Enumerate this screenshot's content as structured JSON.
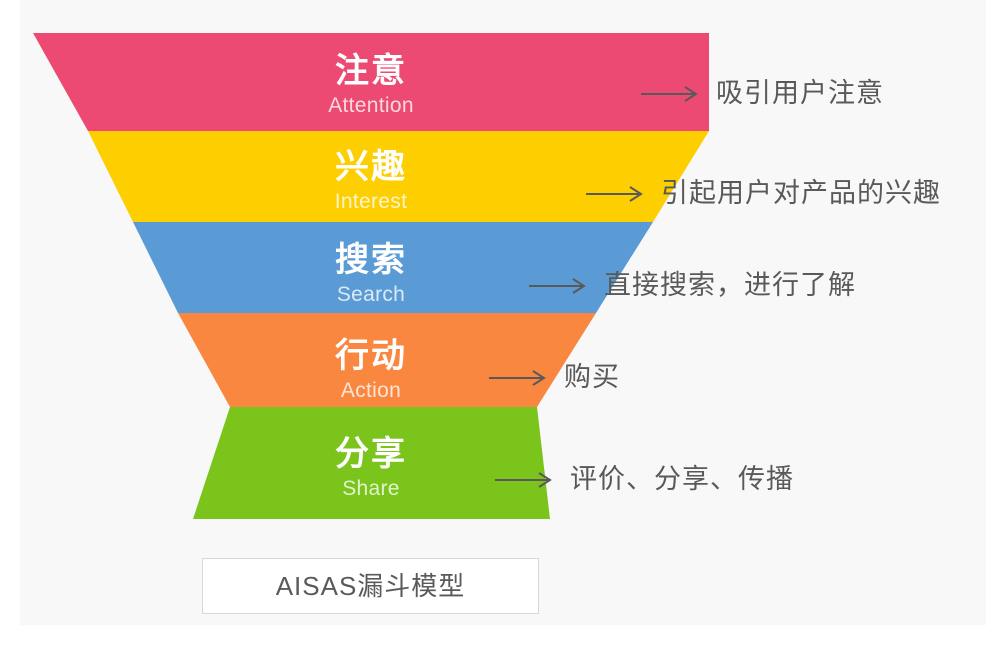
{
  "background": {
    "page_color": "#ffffff",
    "panel_color": "#f8f8f8"
  },
  "funnel": {
    "title": "AISAS漏斗模型",
    "stages": [
      {
        "id": "attention",
        "label_cn": "注意",
        "label_en": "Attention",
        "color": "#ec4a73",
        "note": "吸引用户注意"
      },
      {
        "id": "interest",
        "label_cn": "兴趣",
        "label_en": "Interest",
        "color": "#fdce00",
        "note": "引起用户对产品的兴趣"
      },
      {
        "id": "search",
        "label_cn": "搜索",
        "label_en": "Search",
        "color": "#5b9bd5",
        "note": "直接搜索，进行了解"
      },
      {
        "id": "action",
        "label_cn": "行动",
        "label_en": "Action",
        "color": "#f9873f",
        "note": "购买"
      },
      {
        "id": "share",
        "label_cn": "分享",
        "label_en": "Share",
        "color": "#7bc41c",
        "note": "评价、分享、传播"
      }
    ]
  },
  "icons": {
    "arrow": "arrow-right-icon"
  },
  "caption": {
    "text": "AISAS漏斗模型"
  }
}
